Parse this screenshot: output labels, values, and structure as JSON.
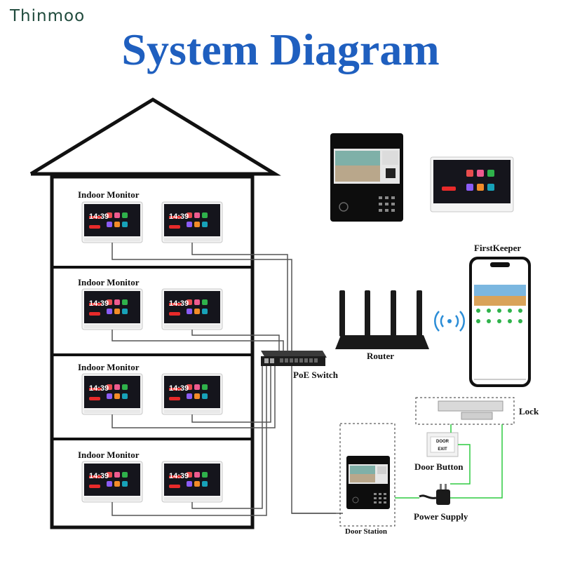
{
  "brand": "Thinmoo",
  "title": "System Diagram",
  "labels": {
    "indoor_monitor": "Indoor Monitor",
    "poe_switch": "PoE Switch",
    "router": "Router",
    "first_keeper": "FirstKeeper",
    "lock": "Lock",
    "door_button": "Door Button",
    "power_supply": "Power Supply",
    "door_station": "Door Station"
  },
  "monitor_screen": {
    "time": "14:39"
  },
  "exit_button": {
    "top": "DOOR",
    "bottom": "EXIT"
  },
  "colors": {
    "title": "#1f5fbf",
    "wire_gray": "#555555",
    "wire_green": "#2ecc40",
    "brand": "#1f4a3c"
  }
}
